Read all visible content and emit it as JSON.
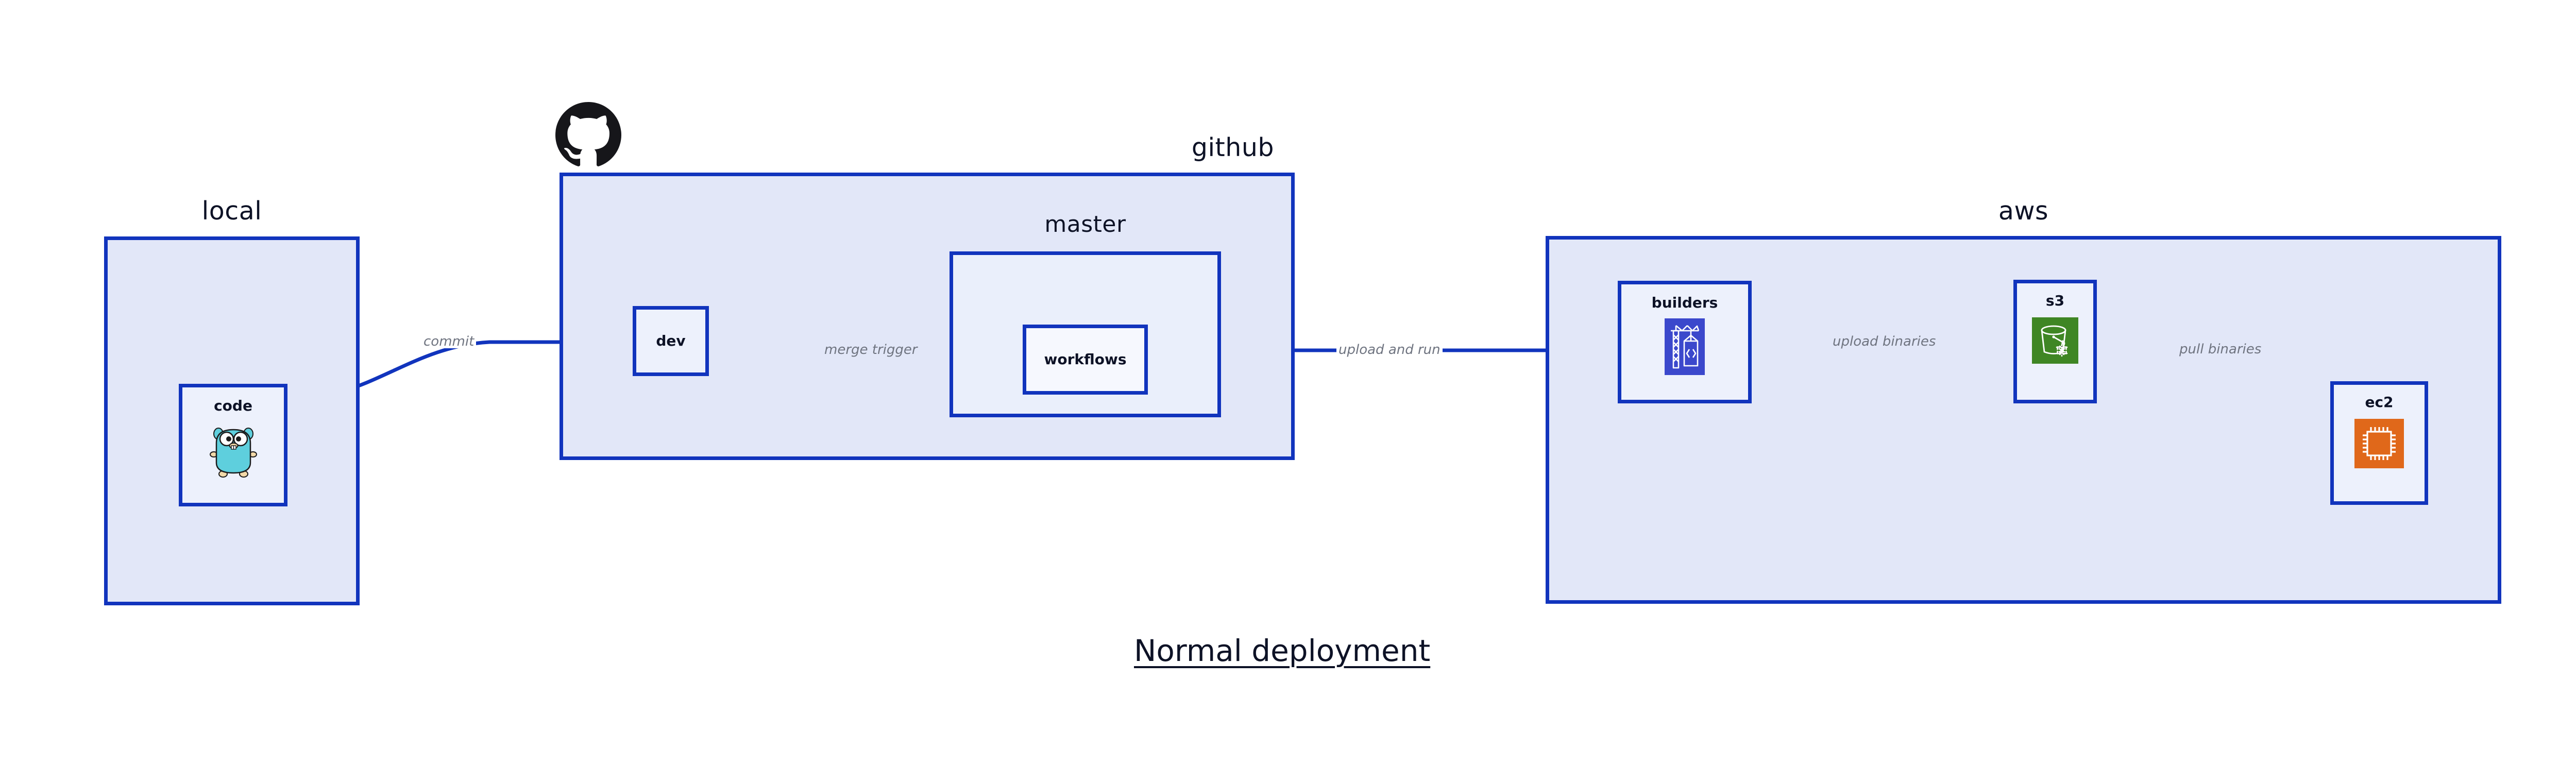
{
  "diagram": {
    "caption": "Normal deployment",
    "accent_color": "#1134bd",
    "group_fill": "#e2e7f8",
    "node_fill": "#edf1fc",
    "label_color": "#6f7480",
    "text_color": "#0d1226"
  },
  "groups": [
    {
      "id": "local",
      "label": "local"
    },
    {
      "id": "github",
      "label": "github"
    },
    {
      "id": "master",
      "label": "master"
    },
    {
      "id": "aws",
      "label": "aws"
    }
  ],
  "nodes": [
    {
      "id": "code",
      "label": "code",
      "icon": "go-gopher-icon",
      "icon_color": "#5ecfdd"
    },
    {
      "id": "dev",
      "label": "dev",
      "icon": "none",
      "icon_color": ""
    },
    {
      "id": "workflows",
      "label": "workflows",
      "icon": "none",
      "icon_color": ""
    },
    {
      "id": "builders",
      "label": "builders",
      "icon": "aws-codebuild-icon",
      "icon_color": "#3b48cc"
    },
    {
      "id": "s3",
      "label": "s3",
      "icon": "aws-s3-glacier-icon",
      "icon_color": "#3f8624"
    },
    {
      "id": "ec2",
      "label": "ec2",
      "icon": "aws-ec2-icon",
      "icon_color": "#e0681a"
    }
  ],
  "edges": [
    {
      "id": "code-to-dev",
      "from": "code",
      "to": "dev",
      "label": "commit"
    },
    {
      "id": "dev-to-workflows",
      "from": "dev",
      "to": "workflows",
      "label": "merge trigger"
    },
    {
      "id": "workflows-to-aws",
      "from": "workflows",
      "to": "builders",
      "label": "upload and run"
    },
    {
      "id": "builders-to-s3",
      "from": "builders",
      "to": "s3",
      "label": "upload binaries"
    },
    {
      "id": "s3-to-ec2",
      "from": "s3",
      "to": "ec2",
      "label": "pull binaries"
    }
  ],
  "branding": {
    "github_logo": "github-octocat-icon"
  }
}
